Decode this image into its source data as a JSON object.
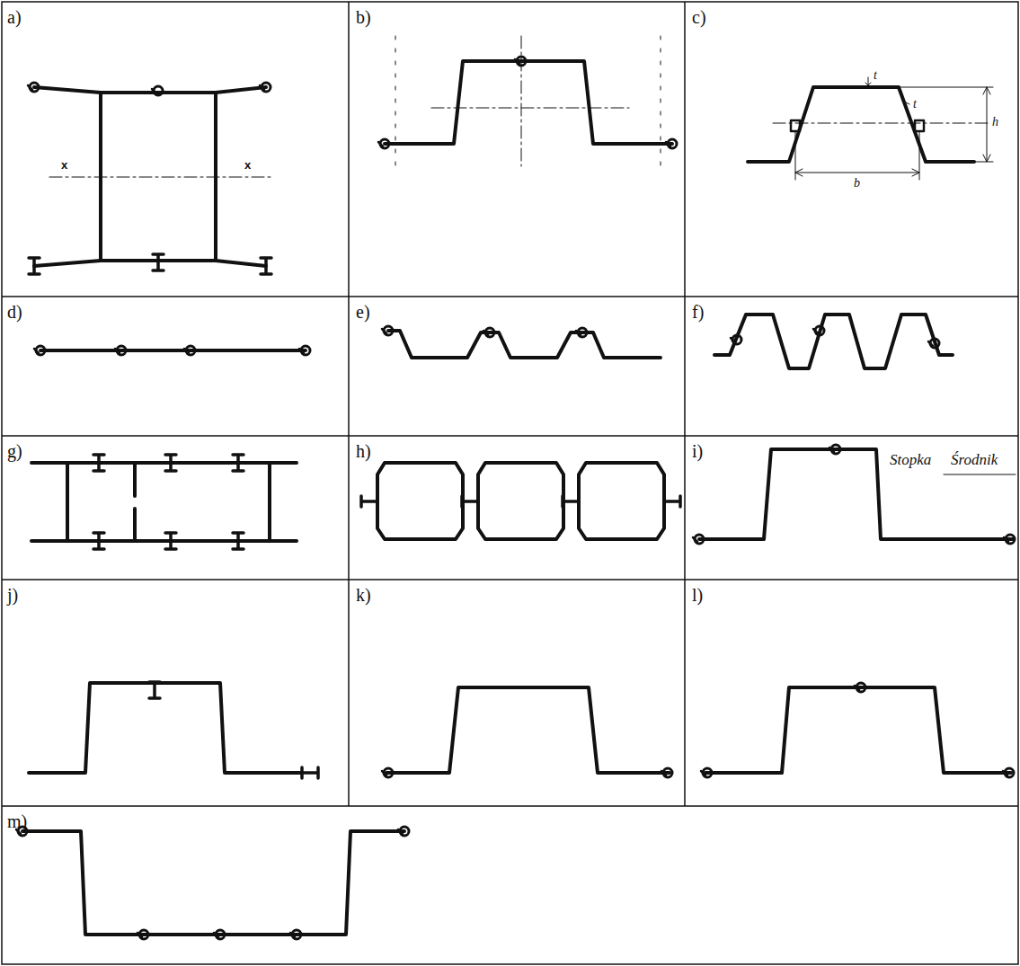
{
  "diagram": {
    "labels": [
      "a)",
      "b)",
      "c)",
      "d)",
      "e)",
      "f)",
      "g)",
      "h)",
      "i)",
      "j)",
      "k)",
      "l)",
      "m)",
      "x",
      "x",
      "t",
      "t",
      "h",
      "b",
      "Stopka",
      "Środnik"
    ]
  }
}
